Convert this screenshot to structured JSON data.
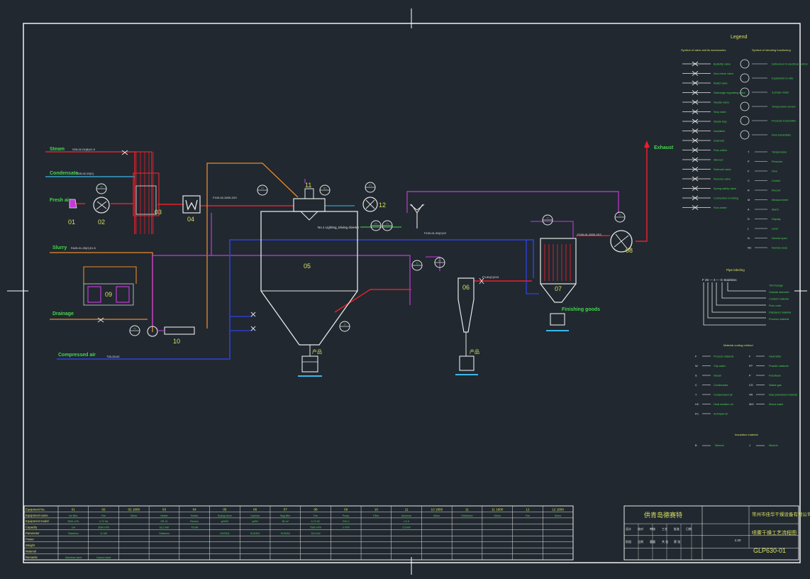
{
  "legend": {
    "title": "Legend",
    "sub_left": "Symbol of valve and its accessories",
    "sub_right": "Symbol of intruding functioning",
    "valves": [
      "Butterfly valve",
      "Non-return valve",
      "Relief valve",
      "Discharge regulating valve",
      "Needle valve",
      "Stop valve",
      "Steam trap",
      "Insulation",
      "Solenoid"
    ],
    "valves2": [
      "Flow orifice",
      "Silencer",
      "Solenoid valve",
      "Reverse valve",
      "Spring safety valve",
      "Connection to tubing",
      "Flow meter"
    ],
    "instr_right": [
      "Instrument in electrical control",
      "Equipment on site",
      "3-phase meter",
      "Temperature sensor",
      "Pressure transmitter",
      "Flow transmitter"
    ],
    "letters": [
      [
        "T",
        "Temperature"
      ],
      [
        "P",
        "Pressure"
      ],
      [
        "F",
        "Flow"
      ],
      [
        "C",
        "Control"
      ],
      [
        "R",
        "Record"
      ],
      [
        "M",
        "Measurement"
      ],
      [
        "A",
        "Alarm"
      ],
      [
        "D",
        "Display"
      ],
      [
        "L",
        "Level"
      ],
      [
        "N",
        "Normal open"
      ],
      [
        "NC",
        "Normal close"
      ]
    ],
    "pipe_title": "Pipe labeling",
    "pipe_code": "F 25 — 3 — G Stainless",
    "pipe_items": [
      "Trim/Gauge",
      "Outside diameter",
      "Content material",
      "Flow code",
      "Displaced material",
      "Process material"
    ],
    "medium_title": "Material coding method",
    "medium": [
      [
        "F",
        "Process material"
      ],
      [
        "W",
        "City water"
      ],
      [
        "S",
        "Steam"
      ],
      [
        "C",
        "Condensate"
      ],
      [
        "Y",
        "Compressed air"
      ],
      [
        "HC",
        "Heat medium oil"
      ],
      [
        "FC",
        "Anti-fault oil"
      ]
    ],
    "medium_right": [
      [
        "F",
        "Heat letter"
      ],
      [
        "FP",
        "Powder material"
      ],
      [
        "P",
        "Feedback"
      ],
      [
        "CG",
        "Waste gas"
      ],
      [
        "VR",
        "Raw powdered material"
      ],
      [
        "WO",
        "Mixed water"
      ]
    ],
    "insulation_title": "Insulation material",
    "insulation": [
      [
        "B",
        "Mineral"
      ],
      [
        "J",
        "Mineral"
      ]
    ]
  },
  "stream_labels": {
    "steam": "Steam",
    "condensate": "Condensate",
    "fresh_air": "Fresh air",
    "slurry": "Slurry",
    "drainage": "Drainage",
    "compressed_air": "Compressed air",
    "exhaust": "Exhaust",
    "finishing": "Finishing goods",
    "product1": "产品",
    "product2": "产品",
    "atomizer": "No.1 Lighting_Mixing diverter"
  },
  "pipe_codes": {
    "steam": "S25-02-01(8)X1.5",
    "condensate": "S25-02-20(C)",
    "fresh": "FA-01-3",
    "slurry": "FA25-01-25(C)X1.5",
    "compressed": "T25-25-02",
    "hot_air": "F100-02-3200-2X3",
    "duct": "F100-01-50(C)X2",
    "exhaust": "F100-01-3000-2X3",
    "exhaust_fan": "F100-01-3000-2X3",
    "cyclone": "F3-50(C)2X3"
  },
  "equip_tags": [
    "01",
    "02",
    "03",
    "04",
    "05",
    "06",
    "07",
    "08",
    "09",
    "10",
    "11",
    "12"
  ],
  "instrument_tags": [
    "TI",
    "PI",
    "TIC",
    "PI",
    "TI",
    "PI",
    "TI",
    "PI",
    "TI",
    "PI",
    "TI"
  ],
  "table": {
    "row_headers": [
      "Equipment No.",
      "Equipment name",
      "Equipment model",
      "Capacity",
      "Parameter",
      "Power",
      "Weight",
      "Material",
      "Remarks"
    ],
    "cols": [
      [
        "01",
        "Air filter",
        "3500 m³/h",
        "G4",
        "Stainless",
        "",
        "",
        "",
        "Stainless steel"
      ],
      [
        "02",
        "Fan",
        "4-72 5A",
        "3500 m³/h",
        "11 kW",
        "",
        "",
        "",
        "Carbon steel"
      ],
      [
        "02 1800",
        "Motor",
        "",
        "",
        "",
        "",
        "",
        "",
        ""
      ],
      [
        "03",
        "Heater",
        "SR-01",
        "63.2 kW",
        "Stainless",
        "",
        "",
        "",
        ""
      ],
      [
        "04",
        "Heater",
        "Electric",
        "75 kW",
        "",
        "",
        "",
        "",
        ""
      ],
      [
        "05",
        "Drying tower",
        "φ2000",
        "",
        "SUS304",
        "",
        "",
        "",
        ""
      ],
      [
        "06",
        "Cyclone",
        "φ500",
        "",
        "SUS304",
        "",
        "",
        "",
        ""
      ],
      [
        "07",
        "Bag filter",
        "60 m²",
        "",
        "SUS304",
        "",
        "",
        "",
        ""
      ],
      [
        "08",
        "Fan",
        "4-72 6C",
        "7500 m³/h",
        "18.5 kW",
        "",
        "",
        "",
        ""
      ],
      [
        "09",
        "Pump",
        "G30-1",
        "3 m³/h",
        "",
        "",
        "",
        "",
        ""
      ],
      [
        "10",
        "Filter",
        "",
        "",
        "",
        "",
        "",
        "",
        ""
      ],
      [
        "11",
        "Atomizer",
        "LG-5",
        "5.5 kW",
        "",
        "",
        "",
        "",
        ""
      ],
      [
        "10 1800",
        "Motor",
        "",
        "",
        "",
        "",
        "",
        "",
        ""
      ],
      [
        "11",
        "Distributor",
        "",
        "",
        "",
        "",
        "",
        "",
        ""
      ],
      [
        "11 1800",
        "Motor",
        "",
        "",
        "",
        "",
        "",
        "",
        ""
      ],
      [
        "12",
        "Fan",
        "",
        "",
        "",
        "",
        "",
        "",
        ""
      ],
      [
        "12 1800",
        "Motor",
        "",
        "",
        "",
        "",
        "",
        "",
        ""
      ]
    ]
  },
  "title_block": {
    "company_cn": "常州市佳华干燥设备有限公司",
    "drawing_cn": "喷雾干燥工艺流程图",
    "project_cn": "供青岛德赛特",
    "drawing_no": "GLP630-01",
    "scale": "1:20",
    "cells": [
      "设计",
      "校对",
      "审核",
      "工艺",
      "批准",
      "日期",
      "阶段",
      "比例",
      "重量",
      "共 张",
      "第 张"
    ]
  }
}
